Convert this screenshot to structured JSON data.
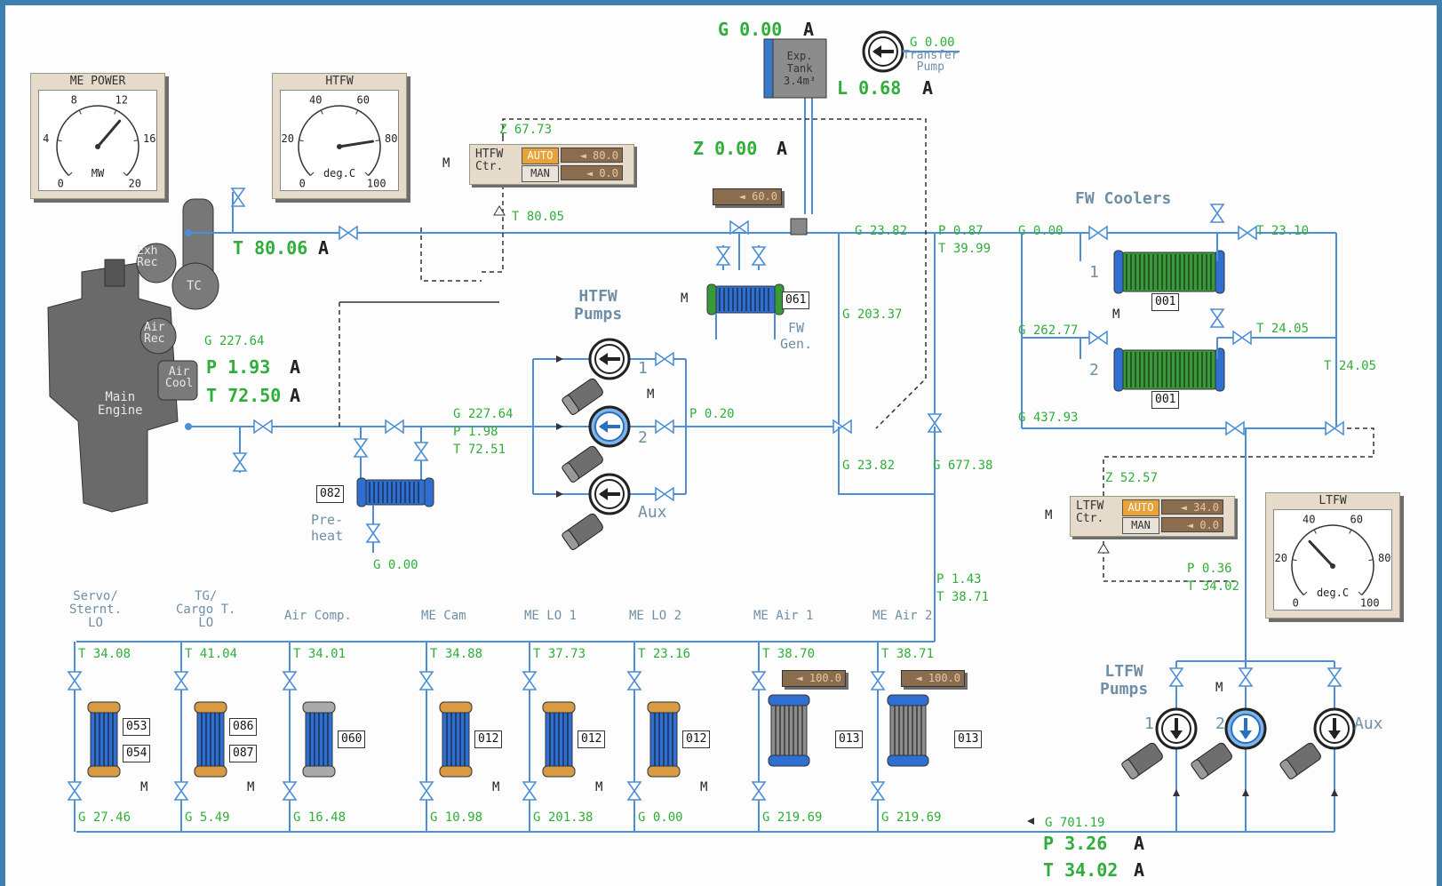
{
  "gauges": {
    "me_power": {
      "title": "ME POWER",
      "ticks": [
        "0",
        "4",
        "8",
        "12",
        "16",
        "20"
      ],
      "unit": "MW",
      "value": 13
    },
    "htfw": {
      "title": "HTFW",
      "ticks": [
        "0",
        "20",
        "40",
        "60",
        "80",
        "100"
      ],
      "unit": "deg.C",
      "value": 80
    },
    "ltfw": {
      "title": "LTFW",
      "ticks": [
        "0",
        "20",
        "40",
        "60",
        "80",
        "100"
      ],
      "unit": "deg.C",
      "value": 34
    }
  },
  "top": {
    "exp_g": "G 0.00",
    "exp_g_a": "A",
    "exp_tank": "Exp.\nTank\n3.4m³",
    "exp_l": "L 0.68",
    "exp_l_a": "A",
    "transfer_g": "G 0.00",
    "transfer_label": "Transfer\nPump",
    "z_val": "Z 0.00",
    "z_a": "A"
  },
  "htfw_ctr": {
    "z": "Z 67.73",
    "m": "M",
    "name": "HTFW\nCtr.",
    "auto": "AUTO",
    "man": "MAN",
    "val1": "◄ 80.0",
    "val2": "◄  0.0",
    "t": "T 80.05"
  },
  "ltfw_ctr": {
    "z": "Z 52.57",
    "m": "M",
    "name": "LTFW\nCtr.",
    "auto": "AUTO",
    "man": "MAN",
    "val1": "◄ 34.0",
    "val2": "◄  0.0",
    "p": "P 0.36",
    "t": "T 34.02"
  },
  "engine": {
    "t_out": "T 80.06",
    "t_out_a": "A",
    "g_in": "G 227.64",
    "p_in": "P 1.93",
    "p_in_a": "A",
    "t_in": "T 72.50",
    "t_in_a": "A",
    "parts": [
      "Exh\nRec",
      "TC",
      "Air\nRec",
      "Air\nCool",
      "Main\nEngine"
    ]
  },
  "htfw_pumps": {
    "title": "HTFW\nPumps",
    "labels": [
      "1",
      "2",
      "Aux"
    ],
    "m": "M",
    "p": "P 0.20"
  },
  "preheat": {
    "g": "G 227.64",
    "p": "P 1.98",
    "t": "T 72.51",
    "id": "082",
    "label": "Pre-\nheat",
    "g_in": "G 0.00"
  },
  "fw_gen": {
    "val": "◄ 60.0",
    "id": "061",
    "label": "FW\nGen.",
    "m": "M",
    "g_down": "G 203.37"
  },
  "mid": {
    "g1": "G 23.82",
    "p": "P 0.87",
    "t": "T 39.99",
    "g2": "G 23.82",
    "g3": "G 677.38",
    "p2": "P 1.43",
    "t2": "T 38.71"
  },
  "coolers": {
    "title": "FW Coolers",
    "g1": "G 0.00",
    "g2": "G 262.77",
    "g3": "G 437.93",
    "t1": "T 23.10",
    "t2": "T 24.05",
    "t3": "T 24.05",
    "n1": "1",
    "n2": "2",
    "id": "001",
    "m": "M"
  },
  "consumers": [
    {
      "label": "Servo/\nSternt.\nLO",
      "t": "T 34.08",
      "ids": [
        "053",
        "054"
      ],
      "g": "G 27.46"
    },
    {
      "label": "TG/\nCargo T.\nLO",
      "t": "T 41.04",
      "ids": [
        "086",
        "087"
      ],
      "g": "G 5.49"
    },
    {
      "label": "Air Comp.",
      "t": "T 34.01",
      "ids": [
        "060"
      ],
      "g": "G 16.48"
    },
    {
      "label": "ME Cam",
      "t": "T 34.88",
      "ids": [
        "012"
      ],
      "g": "G 10.98"
    },
    {
      "label": "ME LO 1",
      "t": "T 37.73",
      "ids": [
        "012"
      ],
      "g": "G 201.38"
    },
    {
      "label": "ME LO 2",
      "t": "T 23.16",
      "ids": [
        "012"
      ],
      "g": "G 0.00"
    },
    {
      "label": "ME Air 1",
      "t": "T 38.70",
      "ids": [
        "013"
      ],
      "g": "G 219.69",
      "val": "◄ 100.0"
    },
    {
      "label": "ME Air 2",
      "t": "T 38.71",
      "ids": [
        "013"
      ],
      "g": "G 219.69",
      "val": "◄ 100.0"
    }
  ],
  "consumer_m": "M",
  "ltfw_pumps": {
    "title": "LTFW\nPumps",
    "labels": [
      "1",
      "2",
      "Aux"
    ],
    "m": "M"
  },
  "bottom": {
    "g": "G 701.19",
    "p": "P 3.26",
    "p_a": "A",
    "t": "T 34.02",
    "t_a": "A"
  },
  "colors": {
    "pipe": "#4d8fd6",
    "text_green": "#2fae3a",
    "cooler_green": "#3a9a3a",
    "hx_blue": "#2f6fd1",
    "hx_orange": "#d89a45"
  }
}
